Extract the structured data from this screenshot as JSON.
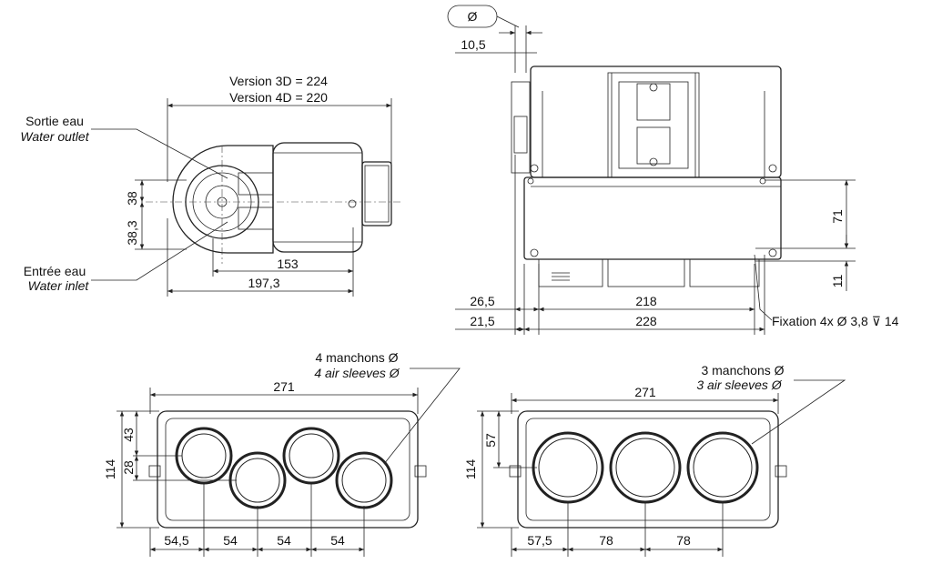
{
  "side_view": {
    "version_3d": "Version 3D = 224",
    "version_4d": "Version 4D = 220",
    "water_outlet_fr": "Sortie eau",
    "water_outlet_en": "Water outlet",
    "water_inlet_fr": "Entrée eau",
    "water_inlet_en": "Water inlet",
    "dim_38": "38",
    "dim_38_3": "38,3",
    "dim_153": "153",
    "dim_197_3": "197,3"
  },
  "top_view": {
    "diameter_symbol": "Ø",
    "dim_10_5": "10,5",
    "dim_26_5": "26,5",
    "dim_21_5": "21,5",
    "dim_218": "218",
    "dim_228": "228",
    "dim_71": "71",
    "dim_11": "11",
    "fixation": "Fixation 4x Ø 3,8 ⊽ 14"
  },
  "front_4": {
    "sleeves_fr": "4 manchons Ø",
    "sleeves_en": "4 air sleeves Ø",
    "dim_271": "271",
    "dim_43": "43",
    "dim_114": "114",
    "dim_28": "28",
    "dim_54_5": "54,5",
    "dim_54_a": "54",
    "dim_54_b": "54",
    "dim_54_c": "54"
  },
  "front_3": {
    "sleeves_fr": "3 manchons Ø",
    "sleeves_en": "3 air sleeves Ø",
    "dim_271": "271",
    "dim_57": "57",
    "dim_114": "114",
    "dim_57_5": "57,5",
    "dim_78_a": "78",
    "dim_78_b": "78"
  }
}
